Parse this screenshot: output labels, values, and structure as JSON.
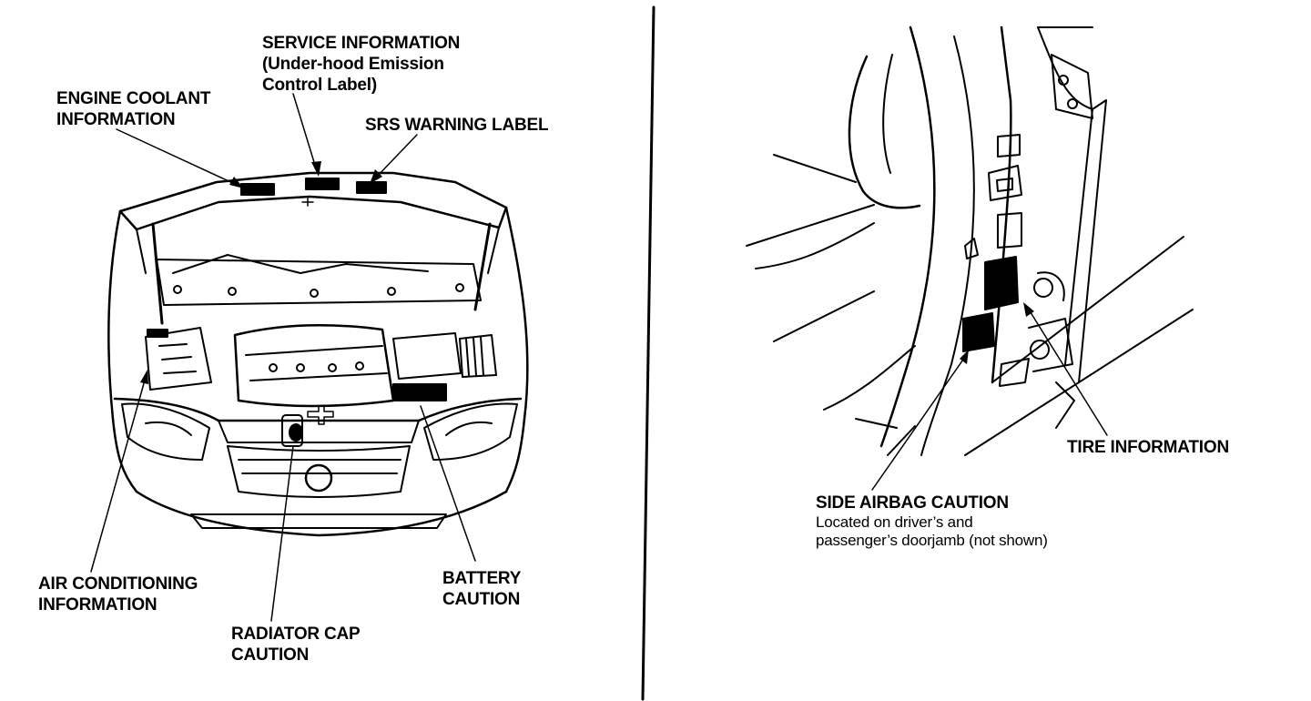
{
  "left_panel": {
    "engine_coolant": [
      "ENGINE COOLANT",
      "INFORMATION"
    ],
    "service_info": [
      "SERVICE INFORMATION",
      "(Under-hood Emission",
      "Control Label)"
    ],
    "srs_warning": [
      "SRS WARNING LABEL"
    ],
    "air_conditioning": [
      "AIR CONDITIONING",
      "INFORMATION"
    ],
    "radiator_cap": [
      "RADIATOR CAP",
      "CAUTION"
    ],
    "battery": [
      "BATTERY",
      "CAUTION"
    ]
  },
  "right_panel": {
    "tire_info": [
      "TIRE INFORMATION"
    ],
    "side_airbag_title": "SIDE AIRBAG CAUTION",
    "side_airbag_note": [
      "Located on driver’s and",
      "passenger’s doorjamb (not shown)"
    ]
  }
}
